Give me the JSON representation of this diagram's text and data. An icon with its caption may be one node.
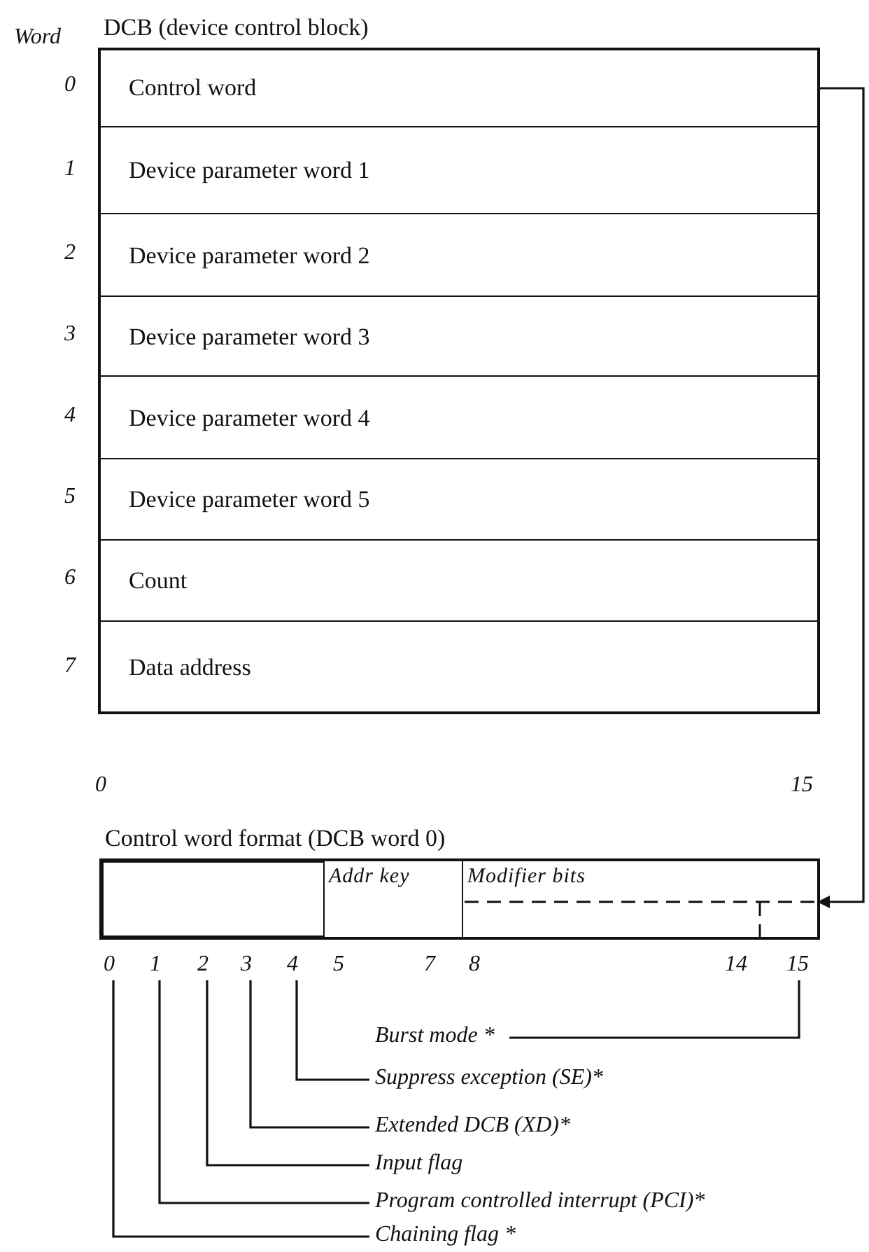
{
  "diagram": {
    "nodes": [
      {
        "text": [
          "DCB (device control block)"
        ]
      },
      {
        "text": [
          "Control word"
        ],
        "in": 0
      },
      {
        "text": [
          "Device parameter word 1"
        ],
        "in": 0
      },
      {
        "text": [
          "Device parameter word 2"
        ],
        "in": 0
      },
      {
        "text": [
          "Device parameter word 3"
        ],
        "in": 0
      },
      {
        "text": [
          "Device parameter word 4"
        ],
        "in": 0
      },
      {
        "text": [
          "Device parameter word 5"
        ],
        "in": 0
      },
      {
        "text": [
          "Count"
        ],
        "in": 0
      },
      {
        "text": [
          "Data address"
        ],
        "in": 0
      },
      {
        "text": [
          "Control word format (DCB word 0)"
        ]
      },
      {
        "text": [],
        "shape": "box",
        "in": 9
      },
      {
        "text": [
          "Addr key"
        ],
        "in": 9
      },
      {
        "text": [
          "Modifier bits"
        ],
        "in": 9
      },
      {
        "text": [
          "Burst mode *"
        ]
      },
      {
        "text": [
          "Suppress exception (SE)*"
        ]
      },
      {
        "text": [
          "Extended DCB (XD)*"
        ]
      },
      {
        "text": [
          "Input flag"
        ]
      },
      {
        "text": [
          "Program controlled interrupt (PCI)*"
        ]
      },
      {
        "text": [
          "Chaining flag *"
        ]
      },
      {
        "text": [
          "0"
        ]
      },
      {
        "text": [
          "1"
        ]
      },
      {
        "text": [
          "2"
        ]
      },
      {
        "text": [
          "3"
        ]
      },
      {
        "text": [
          "4"
        ]
      },
      {
        "text": [
          "15"
        ]
      }
    ],
    "edges": [
      {
        "from": 0,
        "to": 12,
        "arrow": "to"
      },
      {
        "from": 13,
        "to": 24,
        "arrow": "none"
      },
      {
        "from": 14,
        "to": 23,
        "arrow": "none"
      },
      {
        "from": 15,
        "to": 22,
        "arrow": "none"
      },
      {
        "from": 16,
        "to": 21,
        "arrow": "none"
      },
      {
        "from": 17,
        "to": 20,
        "arrow": "none"
      },
      {
        "from": 18,
        "to": 19,
        "arrow": "none"
      }
    ],
    "labels": [
      "Word",
      "0",
      "1",
      "2",
      "3",
      "4",
      "5",
      "6",
      "7",
      "0",
      "15",
      "5",
      "7",
      "8",
      "14"
    ]
  }
}
